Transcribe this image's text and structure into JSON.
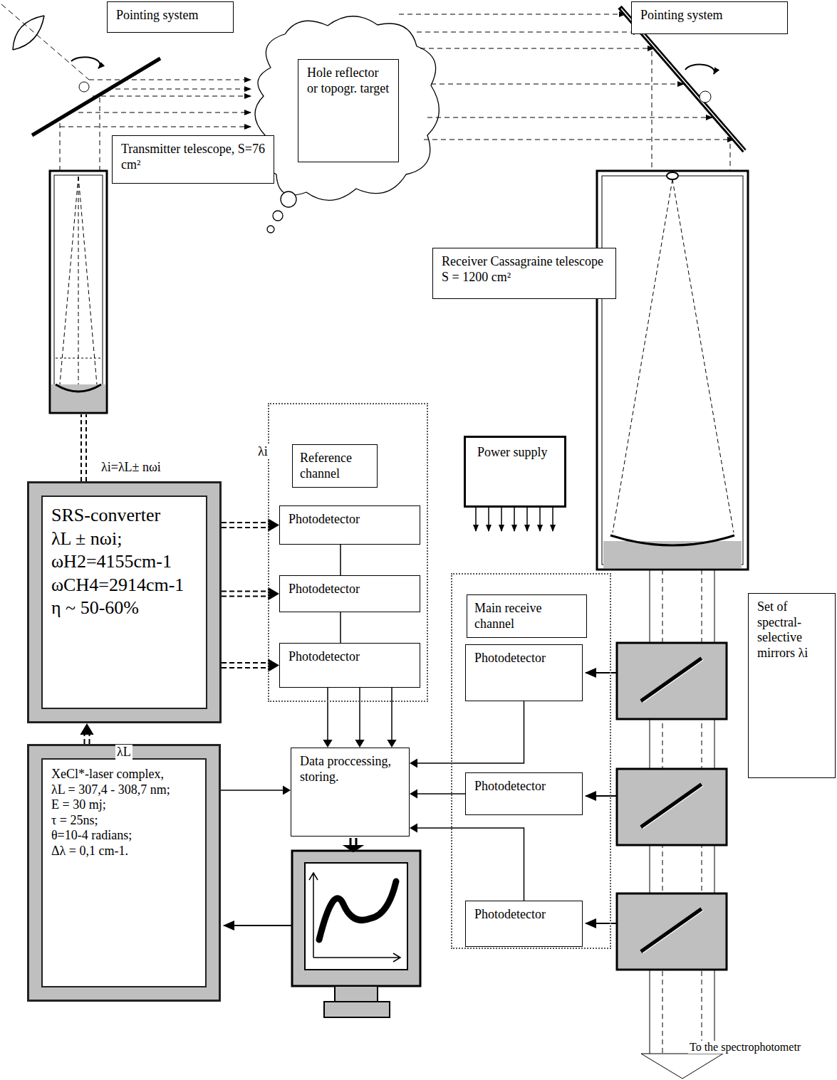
{
  "diagram": {
    "nodes": [
      {
        "text": [
          "Pointing system"
        ]
      },
      {
        "text": [
          "Pointing system"
        ]
      },
      {
        "text": [
          "Hole reflector or topogr. target"
        ]
      },
      {
        "text": [
          "Transmitter telescope, S=76 cm²"
        ]
      },
      {
        "text": [
          "Receiver Cassagraine telescope S = 1200 cm²"
        ]
      },
      {
        "text": [
          "Reference channel"
        ]
      },
      {
        "text": [
          "Photodetector"
        ],
        "in": 5
      },
      {
        "text": [
          "Photodetector"
        ],
        "in": 5
      },
      {
        "text": [
          "Photodetector"
        ],
        "in": 5
      },
      {
        "text": [
          "Power supply"
        ]
      },
      {
        "text": [
          "Main receive channel"
        ]
      },
      {
        "text": [
          "Photodetector"
        ],
        "in": 10
      },
      {
        "text": [
          "Photodetector"
        ],
        "in": 10
      },
      {
        "text": [
          "Photodetector"
        ],
        "in": 10
      },
      {
        "text": [
          "SRS-converter",
          "λL ± nωi;",
          "ωH2=4155cm-1",
          "ωCH4=2914cm-1",
          "η ~ 50-60%"
        ]
      },
      {
        "text": [
          "Data proccessing, storing."
        ]
      },
      {
        "text": [
          "XeCl*-laser complex,",
          "λL = 307,4 - 308,7 nm;",
          "E = 30 mj;",
          "τ = 25ns;",
          "θ=10-4 radians;",
          "Δλ = 0,1 cm-1."
        ]
      },
      {
        "text": [
          "Set of spectral-selective mirrors λi"
        ]
      }
    ],
    "edges": [
      {
        "from": 14,
        "to": 6,
        "arrow": "to"
      },
      {
        "from": 14,
        "to": 7,
        "arrow": "to"
      },
      {
        "from": 14,
        "to": 8,
        "arrow": "to"
      },
      {
        "from": 6,
        "to": 7,
        "arrow": "none"
      },
      {
        "from": 7,
        "to": 8,
        "arrow": "none"
      },
      {
        "from": 8,
        "to": 15,
        "arrow": "to"
      },
      {
        "from": 8,
        "to": 15,
        "arrow": "to"
      },
      {
        "from": 8,
        "to": 15,
        "arrow": "to"
      },
      {
        "from": 11,
        "to": 15,
        "arrow": "to"
      },
      {
        "from": 12,
        "to": 15,
        "arrow": "to"
      },
      {
        "from": 13,
        "to": 15,
        "arrow": "to"
      },
      {
        "from": 16,
        "to": 15,
        "arrow": "to"
      },
      {
        "from": 16,
        "to": 14,
        "arrow": "to"
      }
    ],
    "labels": [
      "λi=λL± nωi",
      "λi",
      "λL",
      "To the spectrophotometr"
    ]
  }
}
